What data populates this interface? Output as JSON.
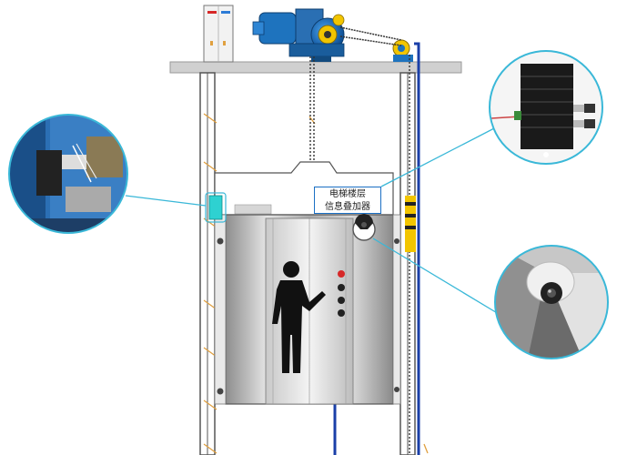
{
  "overlay_label": {
    "line1": "电梯楼层",
    "line2": "信息叠加器"
  },
  "colors": {
    "shaft_border": "#555555",
    "ceiling": "#d0d0d0",
    "cable_blue": "#1a3fa8",
    "callout_cyan": "#3ab8d8",
    "guide_rail_yellow": "#f2c500",
    "motor_blue": "#1e73be",
    "car_steel": "#b8b8b8",
    "control_cabinet_red": "#d62828",
    "marker_orange": "#e0a040"
  },
  "components": [
    {
      "name": "control-cabinet-icon"
    },
    {
      "name": "traction-machine-icon"
    },
    {
      "name": "pulley-icon"
    },
    {
      "name": "elevator-car"
    },
    {
      "name": "person-icon"
    },
    {
      "name": "call-buttons"
    },
    {
      "name": "dome-camera-icon"
    },
    {
      "name": "floor-sensor-callout"
    },
    {
      "name": "signal-box-callout"
    },
    {
      "name": "camera-callout"
    }
  ]
}
